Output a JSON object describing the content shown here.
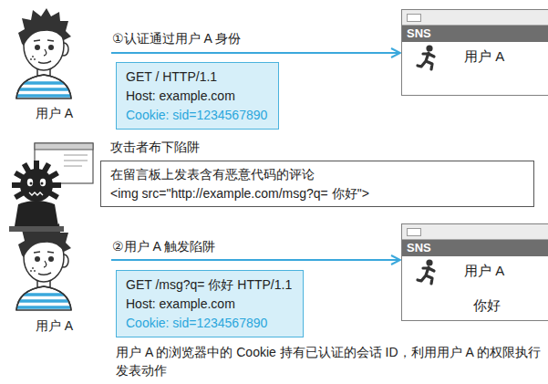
{
  "diagram": {
    "caption": "用户 A 的浏览器中的 Cookie 持有已认证的会话 ID，利用用户 A 的权限执行发表动作",
    "nodes": [
      {
        "text": [
          "用户 A"
        ]
      },
      {
        "text": [
          "SNS",
          "用户 A"
        ]
      },
      {
        "text": [
          "GET / HTTP/1.1",
          "Host: example.com",
          "Cookie: sid=1234567890"
        ]
      },
      {
        "text": [
          "在留言板上发表含有恶意代码的评论",
          "<img src=\"http://example.com/msg?q= 你好\">"
        ]
      },
      {
        "text": [
          "用户 A"
        ]
      },
      {
        "text": [
          "SNS",
          "用户 A",
          "你好"
        ]
      },
      {
        "text": [
          "GET /msg?q= 你好 HTTP/1.1",
          "Host: example.com",
          "Cookie: sid=1234567890"
        ]
      }
    ],
    "edges": [
      {
        "from": 0,
        "to": 1,
        "label": "①认证通过用户 A 身份",
        "arrow": "to"
      },
      {
        "from": 4,
        "to": 5,
        "label": "②用户 A 触发陷阱",
        "arrow": "to"
      }
    ],
    "labels": [
      "攻击者布下陷阱"
    ]
  }
}
